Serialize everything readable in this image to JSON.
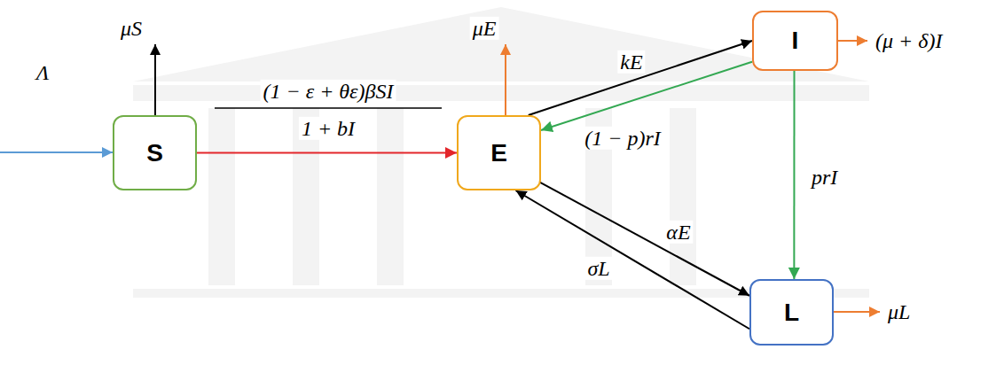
{
  "diagram": {
    "nodes": [
      {
        "text": [
          "S"
        ]
      },
      {
        "text": [
          "E"
        ]
      },
      {
        "text": [
          "I"
        ]
      },
      {
        "text": [
          "L"
        ]
      }
    ],
    "edges": [
      {
        "from": 0,
        "to": 1,
        "arrow": "to",
        "label": "(1 − ε + θε)βSI"
      },
      {
        "from": 1,
        "to": 2,
        "arrow": "to",
        "label": "kE"
      },
      {
        "from": 2,
        "to": 1,
        "arrow": "to",
        "label": "(1 − p)rI"
      },
      {
        "from": 2,
        "to": 3,
        "arrow": "to",
        "label": "prI"
      },
      {
        "from": 1,
        "to": 3,
        "arrow": "to",
        "label": "αE"
      },
      {
        "from": 3,
        "to": 1,
        "arrow": "to",
        "label": "σL"
      }
    ],
    "labels": [
      "μS",
      "μE",
      "(μ + δ)I",
      "Λ",
      "1 + bI",
      "μL"
    ]
  }
}
